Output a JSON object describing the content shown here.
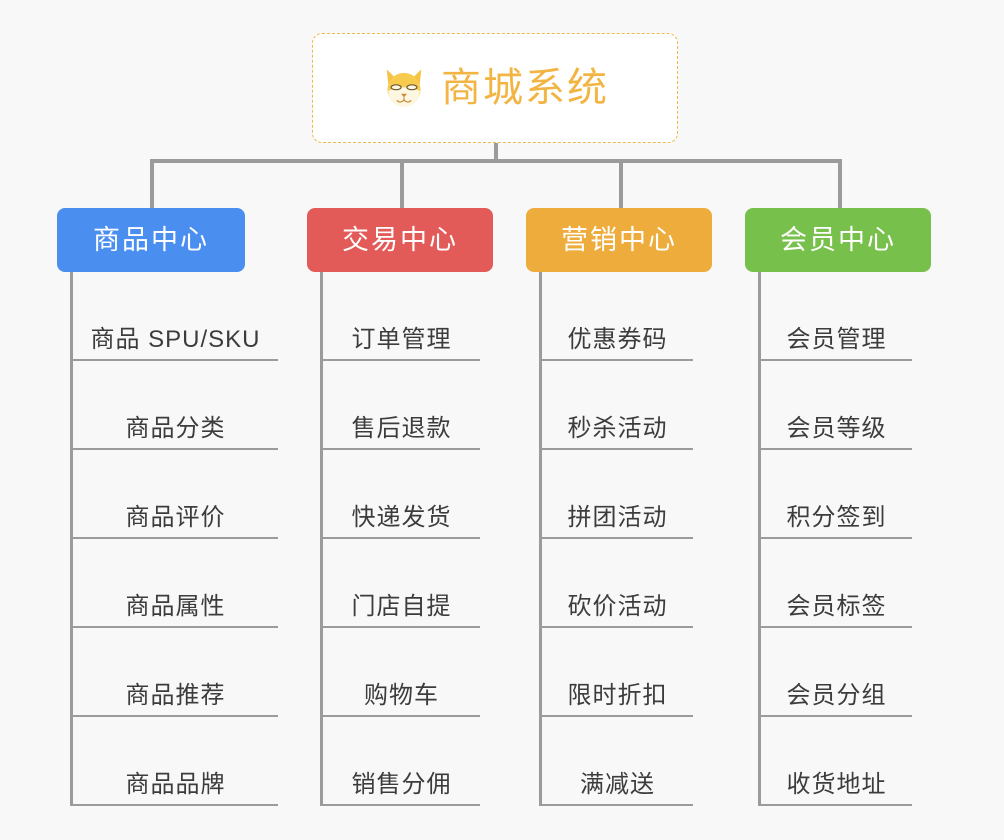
{
  "diagram": {
    "title": "商城系统",
    "root": {
      "label": "商城系统",
      "icon": "shiba-dog-icon",
      "border_color": "#edb94c",
      "text_color": "#f2b544",
      "background": "#ffffff"
    },
    "connector_color": "#9b9b9b",
    "page_background": "#f8f8f8",
    "columns": [
      {
        "label": "商品中心",
        "color": "#4a8ef0",
        "items": [
          "商品 SPU/SKU",
          "商品分类",
          "商品评价",
          "商品属性",
          "商品推荐",
          "商品品牌"
        ]
      },
      {
        "label": "交易中心",
        "color": "#e25b58",
        "items": [
          "订单管理",
          "售后退款",
          "快递发货",
          "门店自提",
          "购物车",
          "销售分佣"
        ]
      },
      {
        "label": "营销中心",
        "color": "#eeac3c",
        "items": [
          "优惠券码",
          "秒杀活动",
          "拼团活动",
          "砍价活动",
          "限时折扣",
          "满减送"
        ]
      },
      {
        "label": "会员中心",
        "color": "#77c04b",
        "items": [
          "会员管理",
          "会员等级",
          "积分签到",
          "会员标签",
          "会员分组",
          "收货地址"
        ]
      }
    ]
  }
}
